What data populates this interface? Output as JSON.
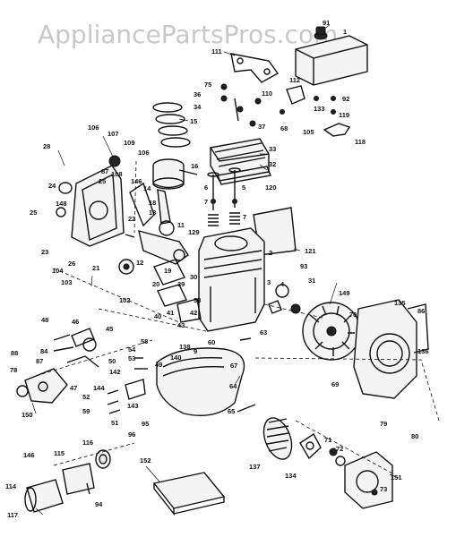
{
  "watermark": "AppliancePartsPros.com",
  "callouts": [
    {
      "id": "c91",
      "text": "91"
    },
    {
      "id": "c1",
      "text": "1"
    },
    {
      "id": "c111",
      "text": "111"
    },
    {
      "id": "c75",
      "text": "75"
    },
    {
      "id": "c36",
      "text": "36"
    },
    {
      "id": "c34",
      "text": "34"
    },
    {
      "id": "c110",
      "text": "110"
    },
    {
      "id": "c37",
      "text": "37"
    },
    {
      "id": "c112",
      "text": "112"
    },
    {
      "id": "c133",
      "text": "133"
    },
    {
      "id": "c92",
      "text": "92"
    },
    {
      "id": "c119",
      "text": "119"
    },
    {
      "id": "c68",
      "text": "68"
    },
    {
      "id": "c105",
      "text": "105"
    },
    {
      "id": "c118",
      "text": "118"
    },
    {
      "id": "c15",
      "text": "15"
    },
    {
      "id": "c33",
      "text": "33"
    },
    {
      "id": "c32",
      "text": "32"
    },
    {
      "id": "c106a",
      "text": "106"
    },
    {
      "id": "c107",
      "text": "107"
    },
    {
      "id": "c109",
      "text": "109"
    },
    {
      "id": "c28",
      "text": "28"
    },
    {
      "id": "c87",
      "text": "87"
    },
    {
      "id": "c108",
      "text": "108"
    },
    {
      "id": "c106b",
      "text": "106"
    },
    {
      "id": "c25a",
      "text": "25"
    },
    {
      "id": "c146a",
      "text": "146"
    },
    {
      "id": "c14",
      "text": "14"
    },
    {
      "id": "c16",
      "text": "16"
    },
    {
      "id": "c6",
      "text": "6"
    },
    {
      "id": "c5",
      "text": "5"
    },
    {
      "id": "c120",
      "text": "120"
    },
    {
      "id": "c24",
      "text": "24"
    },
    {
      "id": "c7a",
      "text": "7"
    },
    {
      "id": "c7b",
      "text": "7"
    },
    {
      "id": "c148",
      "text": "148"
    },
    {
      "id": "c25b",
      "text": "25"
    },
    {
      "id": "c18",
      "text": "18"
    },
    {
      "id": "c13",
      "text": "13"
    },
    {
      "id": "c22",
      "text": "22"
    },
    {
      "id": "c11",
      "text": "11"
    },
    {
      "id": "c23",
      "text": "23"
    },
    {
      "id": "c26",
      "text": "26"
    },
    {
      "id": "c129",
      "text": "129"
    },
    {
      "id": "c121",
      "text": "121"
    },
    {
      "id": "c12",
      "text": "12"
    },
    {
      "id": "c2",
      "text": "2"
    },
    {
      "id": "c93",
      "text": "93"
    },
    {
      "id": "c21",
      "text": "21"
    },
    {
      "id": "c104",
      "text": "104"
    },
    {
      "id": "c103",
      "text": "103"
    },
    {
      "id": "c19",
      "text": "19"
    },
    {
      "id": "c20",
      "text": "20"
    },
    {
      "id": "c39",
      "text": "39"
    },
    {
      "id": "c31",
      "text": "31"
    },
    {
      "id": "c3",
      "text": "3"
    },
    {
      "id": "c4",
      "text": "4"
    },
    {
      "id": "c149",
      "text": "149"
    },
    {
      "id": "c135",
      "text": "135"
    },
    {
      "id": "c86",
      "text": "86"
    },
    {
      "id": "c102",
      "text": "102"
    },
    {
      "id": "c40",
      "text": "40"
    },
    {
      "id": "c70",
      "text": "70"
    },
    {
      "id": "c48",
      "text": "48"
    },
    {
      "id": "c46",
      "text": "46"
    },
    {
      "id": "c45",
      "text": "45"
    },
    {
      "id": "c43",
      "text": "43"
    },
    {
      "id": "c60",
      "text": "60"
    },
    {
      "id": "c136",
      "text": "136"
    },
    {
      "id": "c84",
      "text": "84"
    },
    {
      "id": "c88",
      "text": "88"
    },
    {
      "id": "c87b",
      "text": "87"
    },
    {
      "id": "c58",
      "text": "58"
    },
    {
      "id": "c54",
      "text": "54"
    },
    {
      "id": "c53",
      "text": "53"
    },
    {
      "id": "c63",
      "text": "63"
    },
    {
      "id": "c67",
      "text": "67"
    },
    {
      "id": "c50",
      "text": "50"
    },
    {
      "id": "c140",
      "text": "140"
    },
    {
      "id": "c49",
      "text": "49"
    },
    {
      "id": "c78",
      "text": "78"
    },
    {
      "id": "c47",
      "text": "47"
    },
    {
      "id": "c142",
      "text": "142"
    },
    {
      "id": "c69",
      "text": "69"
    },
    {
      "id": "c144",
      "text": "144"
    },
    {
      "id": "c52",
      "text": "52"
    },
    {
      "id": "c143",
      "text": "143"
    },
    {
      "id": "c64",
      "text": "64"
    },
    {
      "id": "c150",
      "text": "150"
    },
    {
      "id": "c59",
      "text": "59"
    },
    {
      "id": "c51",
      "text": "51"
    },
    {
      "id": "c95",
      "text": "95"
    },
    {
      "id": "c65",
      "text": "65"
    },
    {
      "id": "c96",
      "text": "96"
    },
    {
      "id": "c79",
      "text": "79"
    },
    {
      "id": "c80",
      "text": "80"
    },
    {
      "id": "c146b",
      "text": "146"
    },
    {
      "id": "c115",
      "text": "115"
    },
    {
      "id": "c116",
      "text": "116"
    },
    {
      "id": "c152",
      "text": "152"
    },
    {
      "id": "c71",
      "text": "71"
    },
    {
      "id": "c72",
      "text": "72"
    },
    {
      "id": "c137",
      "text": "137"
    },
    {
      "id": "c134",
      "text": "134"
    },
    {
      "id": "c151",
      "text": "151"
    },
    {
      "id": "c114",
      "text": "114"
    },
    {
      "id": "c94",
      "text": "94"
    },
    {
      "id": "c73",
      "text": "73"
    },
    {
      "id": "c117",
      "text": "117"
    },
    {
      "id": "c138",
      "text": "138"
    },
    {
      "id": "c9",
      "text": "9"
    },
    {
      "id": "c30",
      "text": "30"
    },
    {
      "id": "c38",
      "text": "38"
    },
    {
      "id": "c42",
      "text": "42"
    },
    {
      "id": "c41",
      "text": "41"
    }
  ]
}
